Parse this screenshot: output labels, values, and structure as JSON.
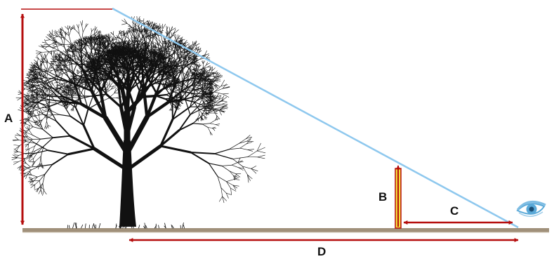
{
  "labels": {
    "a": "A",
    "b": "B",
    "c": "C",
    "d": "D"
  },
  "icons": {
    "tree": "tree-icon",
    "eye": "eye-icon"
  },
  "colors": {
    "measure_arrows": "#b50d0d",
    "sight_line": "#8ec8ee",
    "ground": "#a0907a",
    "stick_fill": "#f2dc3a",
    "tree": "#111111",
    "eye": "#5aa9d8"
  }
}
